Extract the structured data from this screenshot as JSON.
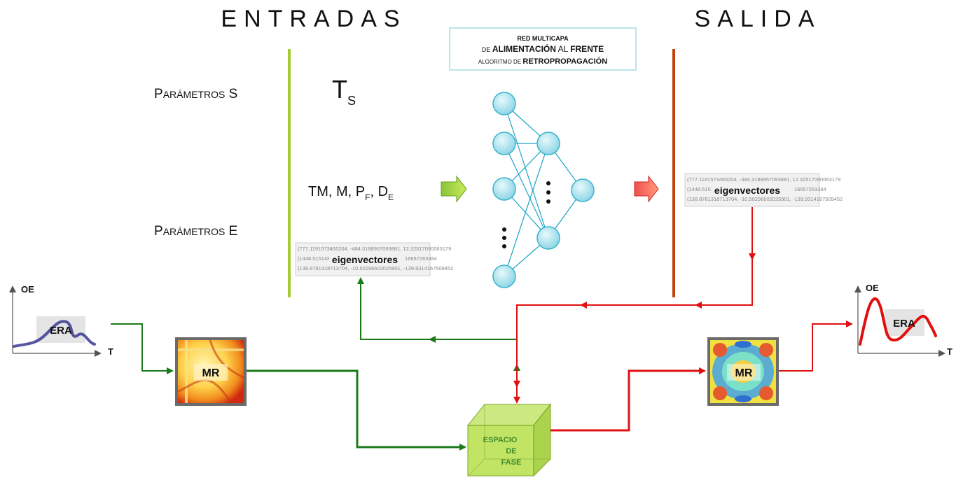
{
  "headings": {
    "inputs": "ENTRADAS",
    "output": "SALIDA"
  },
  "network_box": {
    "line1": "RED MULTICAPA",
    "line2_prefix": "DE ",
    "line2_bold1": "ALIMENTACIÓN",
    "line2_mid": " AL ",
    "line2_bold2": "FRENTE",
    "line3_prefix": "ALGORITMO DE ",
    "line3_bold": "RETROPROPAGACIÓN"
  },
  "params": {
    "s_label_cap": "P",
    "s_label_small": "ARÁMETROS",
    "s_label_end": " S",
    "e_label_cap": "P",
    "e_label_small": "ARÁMETROS",
    "e_label_end": " E",
    "ts_main": "T",
    "ts_sub": "S",
    "e_vars_a": "TM, M, P",
    "e_vars_sub1": "F",
    "e_vars_b": ", D",
    "e_vars_sub2": "E"
  },
  "eigen": {
    "label": "eigenvectores",
    "row1": "(777.1191573465204, -484.3188957093881, 12.32517090063179",
    "row2": "(1448.5151487543, -8.1906533, 2148.59        16657263384",
    "row3": "(138.8781318713704, -10.50296602025901, -139.9314167509452"
  },
  "plots": {
    "y_label": "OE",
    "x_label": "T",
    "left_curve_label": "ERA",
    "right_curve_label": "ERA"
  },
  "matrices": {
    "left_label": "MR",
    "right_label": "MR"
  },
  "phase_space": {
    "line1": "ESPACIO",
    "line2": "DE",
    "line3": "FASE"
  },
  "colors": {
    "green_bar": "#a5cc2e",
    "red_bar": "#c2410c",
    "green_flow": "#1a7a1a",
    "red_flow": "#e01010",
    "neuron": "#9fe0ec",
    "neuron_stroke": "#3bb3cc",
    "connection": "#1aa3c8",
    "left_curve": "#2d2d8c",
    "right_curve": "#e01010"
  }
}
